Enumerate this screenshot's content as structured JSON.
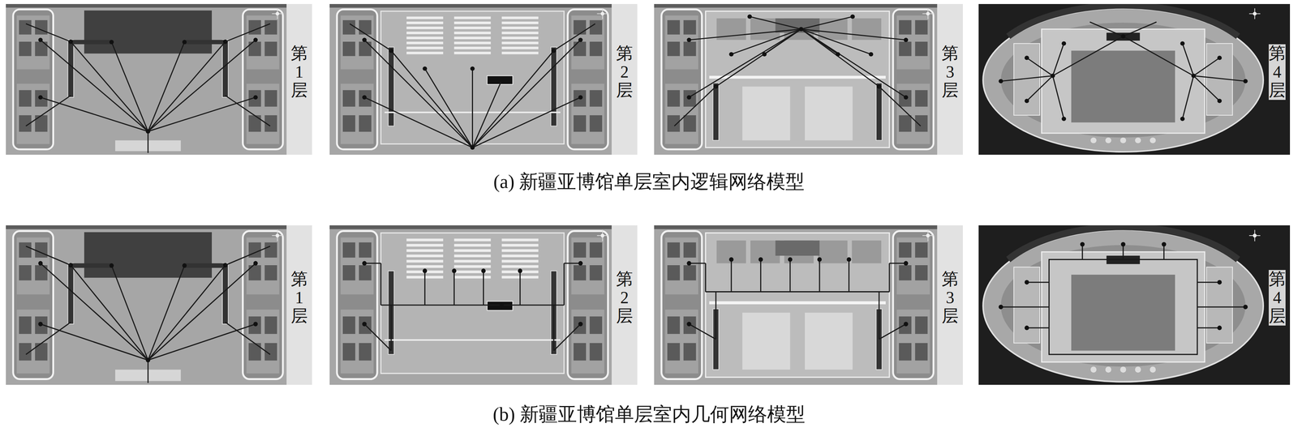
{
  "diagram": {
    "nodes": [
      {
        "text": [
          "第1层"
        ]
      },
      {
        "text": [
          "第2层"
        ]
      },
      {
        "text": [
          "第3层"
        ]
      },
      {
        "text": [
          "第4层"
        ]
      },
      {
        "text": [
          "第1层"
        ]
      },
      {
        "text": [
          "第2层"
        ]
      },
      {
        "text": [
          "第3层"
        ]
      },
      {
        "text": [
          "第4层"
        ]
      }
    ],
    "labels": [
      "(a) 新疆亚博馆单层室内逻辑网络模型",
      "(b) 新疆亚博馆单层室内几何网络模型"
    ]
  }
}
